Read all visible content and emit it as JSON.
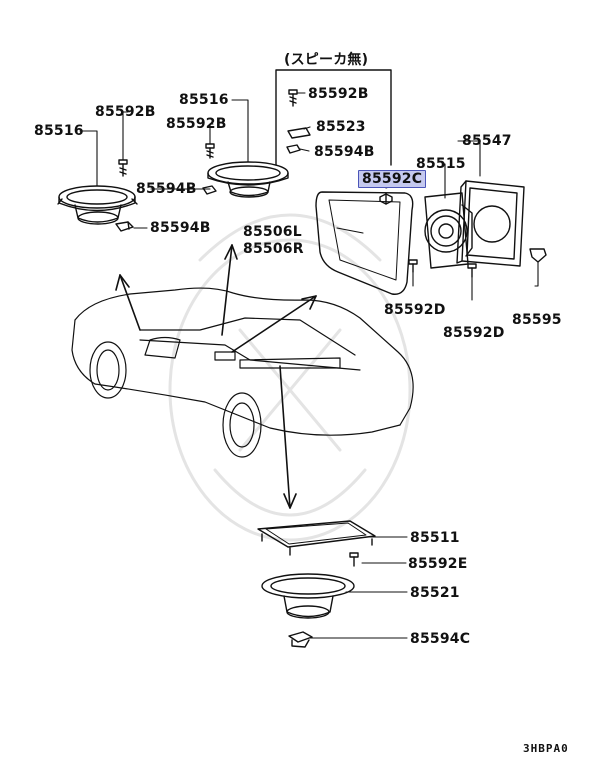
{
  "diagram": {
    "caption": "(スピーカ無)",
    "code": "3HBPA0",
    "highlight_part": "85592C",
    "labels": {
      "p85592B_a": "85592B",
      "p85516_a": "85516",
      "p85516_b": "85516",
      "p85592B_b": "85592B",
      "p85592B_c": "85592B",
      "p85523": "85523",
      "p85594B_a": "85594B",
      "p85547": "85547",
      "p85515": "85515",
      "p85592C": "85592C",
      "p85594B_b": "85594B",
      "p85594B_c": "85594B",
      "p85506L": "85506L",
      "p85506R": "85506R",
      "p85592D_a": "85592D",
      "p85595": "85595",
      "p85592D_b": "85592D",
      "p85511": "85511",
      "p85592E": "85592E",
      "p85521": "85521",
      "p85594C": "85594C"
    }
  }
}
